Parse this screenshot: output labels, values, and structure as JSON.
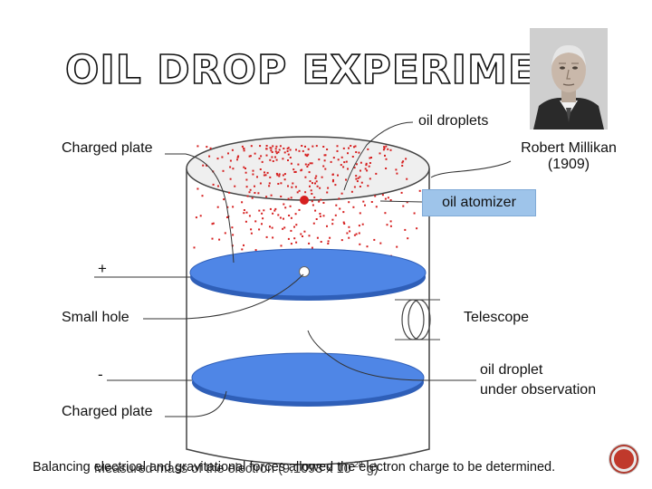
{
  "title": "OIL DROP EXPERIMENT",
  "labels": {
    "oil_droplets": "oil droplets",
    "charged_plate_top": "Charged plate",
    "robert_millikan": "Robert Millikan",
    "millikan_year": "(1909)",
    "oil_atomizer": "oil atomizer",
    "plus": "+",
    "small_hole": "Small hole",
    "telescope": "Telescope",
    "minus": "-",
    "oil_droplet_line1": "oil droplet",
    "oil_droplet_line2": "under observation",
    "charged_plate_bottom": "Charged plate"
  },
  "footer": {
    "text_a": "Balancing electrical and gravitational forces allowed the electron charge to be determined.",
    "text_b_prefix": "Measured mass of the electron (9.1093 x 10",
    "text_b_exp": "-28",
    "text_b_suffix": " g)"
  },
  "colors": {
    "plate_fill": "#4f86e6",
    "plate_edge": "#2f5fb8",
    "droplet": "#d62020",
    "pill": "#9ec4ea",
    "nav_button": "#c0392b"
  },
  "icons": {
    "portrait": "portrait-photo",
    "nav": "next-slide-button-icon"
  }
}
